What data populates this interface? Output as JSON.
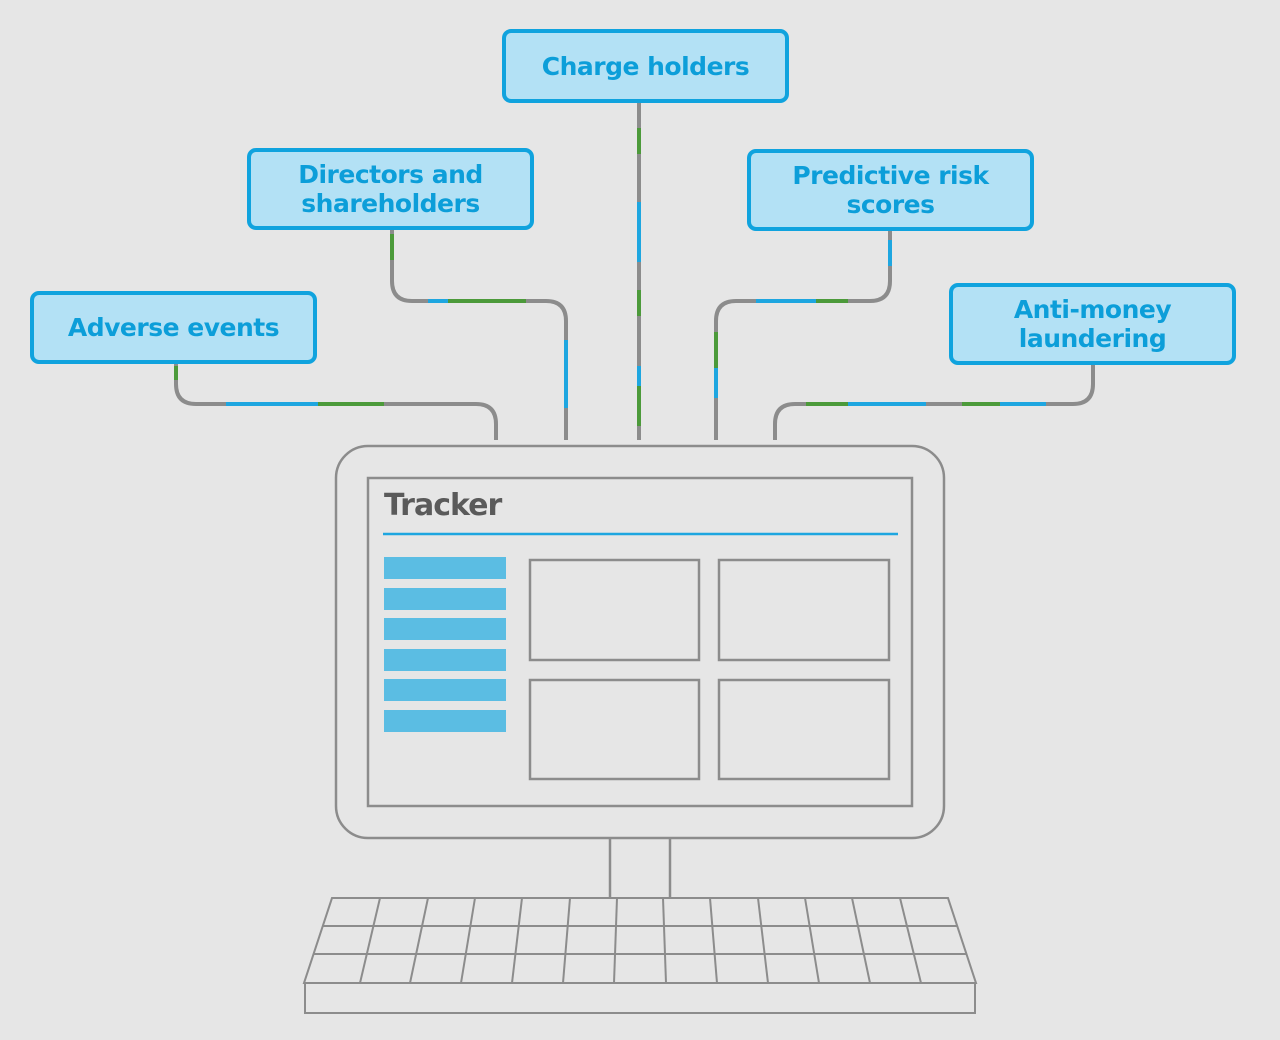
{
  "nodes": {
    "charge_holders": "Charge holders",
    "directors": "Directors and\nshareholders",
    "predictive": "Predictive risk\nscores",
    "adverse": "Adverse events",
    "aml": "Anti-money\nlaundering"
  },
  "monitor": {
    "title": "Tracker"
  },
  "colors": {
    "background": "#e6e6e6",
    "node_fill": "#b3e1f5",
    "node_border": "#10a3de",
    "node_text": "#0c9ed9",
    "wire_gray": "#8c8c8c",
    "wire_blue": "#1ea6e0",
    "wire_green": "#4c9a3a",
    "list_bar": "#5bbde3",
    "outline": "#8c8c8c"
  }
}
